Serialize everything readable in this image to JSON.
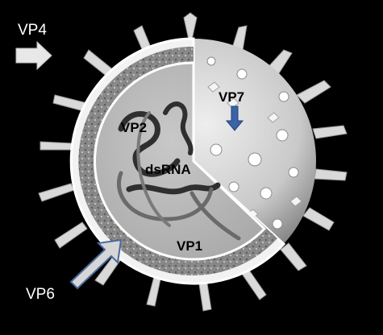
{
  "labels": {
    "vp4": "VP4",
    "vp7": "VP7",
    "vp2": "VP2",
    "dsrna": "dsRNA",
    "vp1": "VP1",
    "vp6": "VP6"
  },
  "colors": {
    "background": "#000000",
    "outer_capsid": "#d2d2d2",
    "middle_layer": "#8e8e8e",
    "inner_core": "#b9b9b9",
    "rna_strand": "#2f2f2f",
    "arrow_white": "#e8e8e8",
    "arrow_blue": "#3a63a8"
  },
  "icons": {
    "vp4_pointer": "arrow-right-icon",
    "vp7_pointer": "arrow-down-icon",
    "vp6_pointer": "arrow-up-right-icon"
  }
}
